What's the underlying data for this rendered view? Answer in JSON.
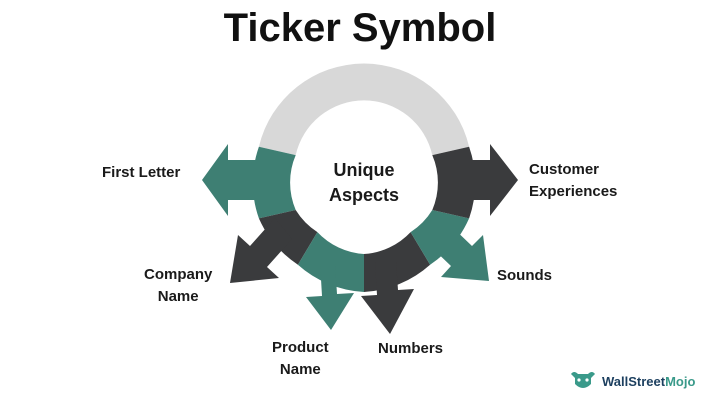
{
  "title": "Ticker Symbol",
  "center": {
    "line1": "Unique",
    "line2": "Aspects"
  },
  "aspects": [
    {
      "line1": "First Letter",
      "line2": ""
    },
    {
      "line1": "Company",
      "line2": "Name"
    },
    {
      "line1": "Product",
      "line2": "Name"
    },
    {
      "line1": "Numbers",
      "line2": ""
    },
    {
      "line1": "Sounds",
      "line2": ""
    },
    {
      "line1": "Customer",
      "line2": "Experiences"
    }
  ],
  "brand": {
    "part1": "WallStreet",
    "part2": "Mojo"
  },
  "colors": {
    "teal": "#3e7f73",
    "dark": "#3a3b3d",
    "grey": "#d8d8d8"
  }
}
